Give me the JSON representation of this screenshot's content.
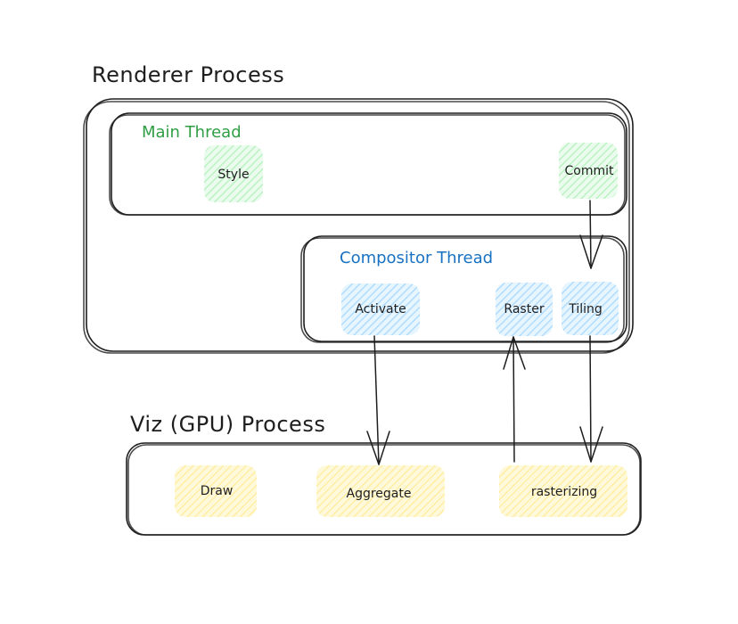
{
  "colors": {
    "main_thread": "#2f9e44",
    "compositor_thread": "#1971c2",
    "green_fill": "#b2f2bb",
    "blue_fill": "#a5d8ff",
    "yellow_fill": "#ffec99",
    "stroke": "#1e1e1e"
  },
  "renderer": {
    "title": "Renderer Process",
    "main_thread": {
      "label": "Main Thread",
      "nodes": {
        "style": "Style",
        "commit": "Commit"
      }
    },
    "compositor_thread": {
      "label": "Compositor Thread",
      "nodes": {
        "activate": "Activate",
        "raster": "Raster",
        "tiling": "Tiling"
      }
    }
  },
  "viz": {
    "title": "Viz (GPU) Process",
    "nodes": {
      "draw": "Draw",
      "aggregate": "Aggregate",
      "rasterizing": "rasterizing"
    }
  }
}
